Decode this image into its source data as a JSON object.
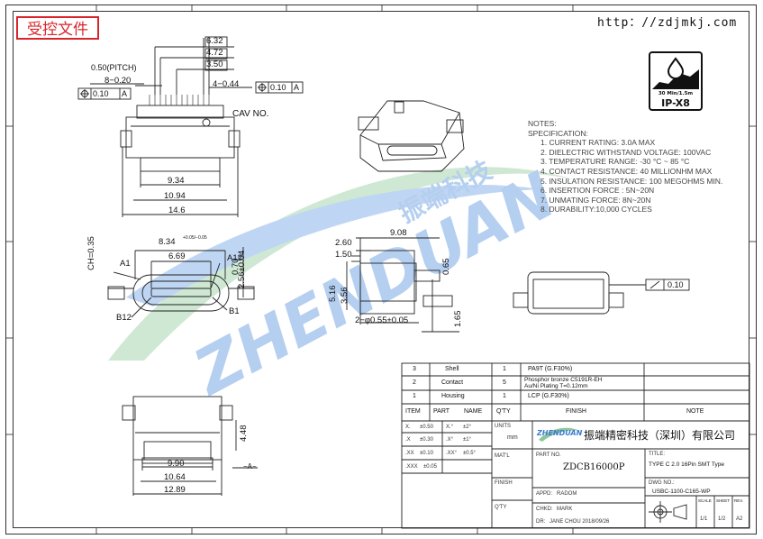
{
  "stamp": "受控文件",
  "url": "http：//zdjmkj.com",
  "ip_badge": {
    "rating_small": "30 Min/1.5m",
    "rating": "IP-X8"
  },
  "cav_label": "CAV  NO.",
  "dims": {
    "d632": "6.32",
    "d472": "4.72",
    "d350": "3.50",
    "pitch": "0.50(PITCH)",
    "d820": "8−0.20",
    "d444": "4−0.44",
    "tol1": "0.10",
    "tol1_ref": "A",
    "tol2": "0.10",
    "tol2_ref": "A",
    "d934": "9.34",
    "d1094": "10.94",
    "d146": "14.6",
    "ch": "CH=0.35",
    "d834": "8.34",
    "d834_tol": "+0.05/−0.05",
    "d669": "6.69",
    "d070": "0.70",
    "d256": "2.56±0.04",
    "a1": "A1",
    "a12": "A12",
    "b12": "B12",
    "b1": "B1",
    "d908": "9.08",
    "d260": "2.60",
    "d150": "1.50",
    "d356": "3.56",
    "d516": "5.16",
    "d065": "0.65",
    "holes": "2−φ0.55±0.05",
    "d165": "1.65",
    "flat": "0.10",
    "d448": "4.48",
    "d990": "9.90",
    "d1064": "10.64",
    "d1289": "12.89",
    "datum": "−A−"
  },
  "notes": [
    "NOTES:",
    "SPECIFICATION:",
    "1. CURRENT RATING: 3.0A MAX",
    "2. DIELECTRIC WITHSTAND VOLTAGE: 100VAC",
    "3. TEMPERATURE RANGE: -30 °C ~ 85 °C",
    "4. CONTACT RESISTANCE: 40 MILLIONHM MAX",
    "5. INSULATION RESISTANCE: 100 MEGOHMS MIN.",
    "6. INSERTION FORCE : 5N~20N",
    "7. UNMATING FORCE: 8N~20N",
    "8. DURABILITY:10,000 CYCLES"
  ],
  "bom": {
    "rows": [
      {
        "item": "3",
        "part": "Shell",
        "qty": "1",
        "finish": "PA9T (G.F30%)"
      },
      {
        "item": "2",
        "part": "Contact",
        "qty": "5",
        "finish": "Phosphor bronze C5191R-EH",
        "finish2": "Au/Ni  Plating   T=0.12mm"
      },
      {
        "item": "1",
        "part": "Housing",
        "qty": "1",
        "finish": "LCP (G.F30%)"
      }
    ],
    "header": {
      "item": "ITEM",
      "part": "PART",
      "name": "NAME",
      "qty": "Q'TY",
      "finish": "FINISH",
      "note": "NOTE"
    }
  },
  "title_block": {
    "tolerances": [
      {
        "a": "X.",
        "b": "±0.50",
        "c": "X.°",
        "d": "±2°"
      },
      {
        "a": ".X",
        "b": "±0.30",
        "c": ".X°",
        "d": "±1°"
      },
      {
        "a": ".XX",
        "b": "±0.10",
        "c": ".XX°",
        "d": "±0.5°"
      },
      {
        "a": ".XXX",
        "b": "±0.05",
        "c": "",
        "d": ""
      }
    ],
    "units_label": "UNITS",
    "units_value": "mm",
    "matl_label": "MAT'L",
    "finish_label": "FINISH",
    "qty_label": "Q'TY",
    "company": "振端精密科技（深圳）有限公司",
    "company_logo": "ZHENDUAN",
    "part_no_label": "PART  NO.",
    "part_no": "ZDCB16000P",
    "title_label": "TITLE:",
    "title": "TYPE C 2.0 16Pin   SMT Type",
    "appd_label": "APPD:",
    "appd": "RADOM",
    "dwg_label": "DWG NO.:",
    "dwg_no": "USBC-1100-C165-WP",
    "chkd_label": "CHKD:",
    "chkd": "MARK",
    "dr_label": "DR:",
    "dr": "JANE CHOU 2018/09/26",
    "scale_label": "SCALE",
    "scale": "1/1",
    "sheet_label": "SHEET",
    "sheet": "1/2",
    "rev_label": "REV.",
    "rev": "A2"
  },
  "watermark": {
    "text": "ZHENDUAN",
    "cn": "振端科技"
  },
  "colors": {
    "stamp": "#d8252b",
    "wm_blue": "#5a8fd6",
    "wm_green": "#7cc48a",
    "line": "#222222"
  }
}
